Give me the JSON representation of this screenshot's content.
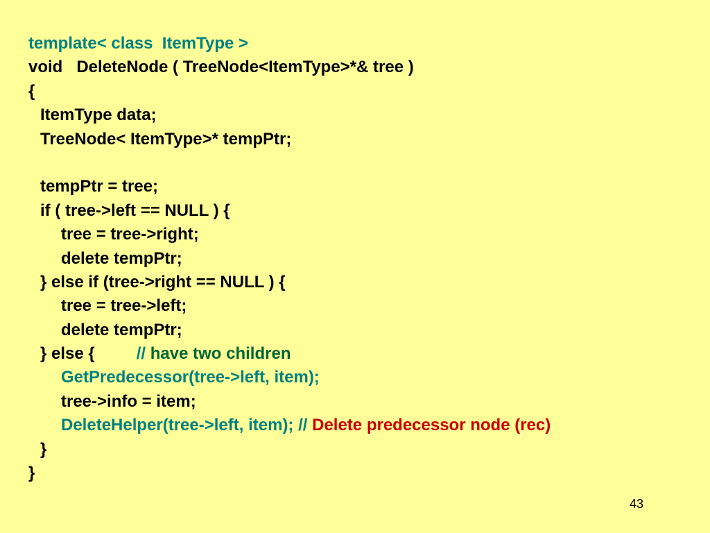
{
  "colors": {
    "background": "#ffff99",
    "code_default": "#000000",
    "code_keyword_teal": "#008080",
    "comment_green": "#006633",
    "comment_red": "#cc0000"
  },
  "code_lines": [
    {
      "indent": 0,
      "segments": [
        {
          "text": "template< class  ItemType >",
          "color": "teal"
        }
      ]
    },
    {
      "indent": 0,
      "segments": [
        {
          "text": "void   DeleteNode ( TreeNode<ItemType>*& tree )",
          "color": "black"
        }
      ]
    },
    {
      "indent": 0,
      "segments": [
        {
          "text": "{",
          "color": "black"
        }
      ]
    },
    {
      "indent": 1,
      "segments": [
        {
          "text": "ItemType data;",
          "color": "black"
        }
      ]
    },
    {
      "indent": 1,
      "segments": [
        {
          "text": "TreeNode< ItemType>* tempPtr;",
          "color": "black"
        }
      ]
    },
    {
      "indent": 0,
      "segments": [
        {
          "text": "",
          "color": "black"
        }
      ]
    },
    {
      "indent": 1,
      "segments": [
        {
          "text": "tempPtr = tree;",
          "color": "black"
        }
      ]
    },
    {
      "indent": 1,
      "segments": [
        {
          "text": "if ( tree->left == NULL ) {",
          "color": "black"
        }
      ]
    },
    {
      "indent": 2,
      "segments": [
        {
          "text": "tree = tree->right;",
          "color": "black"
        }
      ]
    },
    {
      "indent": 2,
      "segments": [
        {
          "text": "delete tempPtr;",
          "color": "black"
        }
      ]
    },
    {
      "indent": 1,
      "segments": [
        {
          "text": "} else if (tree->right == NULL ) {",
          "color": "black"
        }
      ]
    },
    {
      "indent": 2,
      "segments": [
        {
          "text": "tree = tree->left;",
          "color": "black"
        }
      ]
    },
    {
      "indent": 2,
      "segments": [
        {
          "text": "delete tempPtr;",
          "color": "black"
        }
      ]
    },
    {
      "indent": 1,
      "segments": [
        {
          "text": "} else {         ",
          "color": "black"
        },
        {
          "text": "// ",
          "color": "teal"
        },
        {
          "text": "have two children",
          "color": "green"
        }
      ]
    },
    {
      "indent": 2,
      "segments": [
        {
          "text": "GetPredecessor(tree->left, item);",
          "color": "teal"
        }
      ]
    },
    {
      "indent": 2,
      "segments": [
        {
          "text": "tree->info = item;",
          "color": "black"
        }
      ]
    },
    {
      "indent": 2,
      "segments": [
        {
          "text": "DeleteHelper(tree->left, item); // ",
          "color": "teal"
        },
        {
          "text": "Delete predecessor node (rec)",
          "color": "red"
        }
      ]
    },
    {
      "indent": 1,
      "segments": [
        {
          "text": "}",
          "color": "black"
        }
      ]
    },
    {
      "indent": 0,
      "segments": [
        {
          "text": "}",
          "color": "black"
        }
      ]
    }
  ],
  "page_number": "43"
}
